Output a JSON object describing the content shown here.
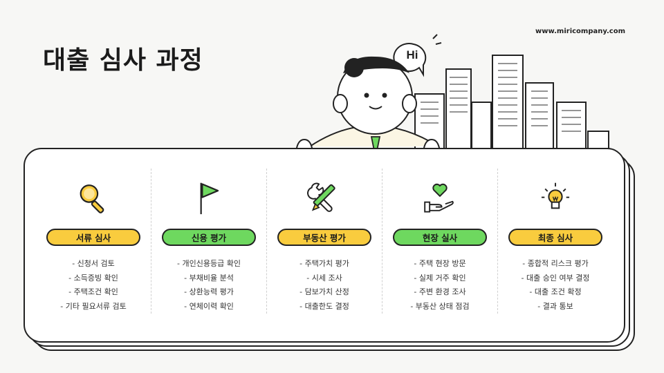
{
  "title": "대출 심사 과정",
  "url": "www.miricompany.com",
  "speech_bubble": "Hi",
  "colors": {
    "yellow": "#f9cc3e",
    "green": "#6ed85f",
    "outline": "#222222"
  },
  "steps": [
    {
      "label": "서류 심사",
      "color": "yellow",
      "icon": "magnifier-icon",
      "items": [
        "- 신청서 검토",
        "- 소득증빙 확인",
        "- 주택조건 확인",
        "- 기타 필요서류 검토"
      ]
    },
    {
      "label": "신용 평가",
      "color": "green",
      "icon": "flag-icon",
      "items": [
        "- 개인신용등급 확인",
        "- 부채비율 분석",
        "- 상환능력 평가",
        "- 연체이력 확인"
      ]
    },
    {
      "label": "부동산 평가",
      "color": "yellow",
      "icon": "tools-icon",
      "items": [
        "- 주택가치 평가",
        "- 시세 조사",
        "- 담보가치 산정",
        "- 대출한도 결정"
      ]
    },
    {
      "label": "현장 실사",
      "color": "green",
      "icon": "heart-hand-icon",
      "items": [
        "- 주택 현장 방문",
        "- 실제 거주 확인",
        "- 주변 환경 조사",
        "- 부동산 상태 점검"
      ]
    },
    {
      "label": "최종 심사",
      "color": "yellow",
      "icon": "lightbulb-icon",
      "items": [
        "- 종합적 리스크 평가",
        "- 대출 승인 여부 결정",
        "- 대출 조건 확정",
        "- 결과 통보"
      ]
    }
  ]
}
